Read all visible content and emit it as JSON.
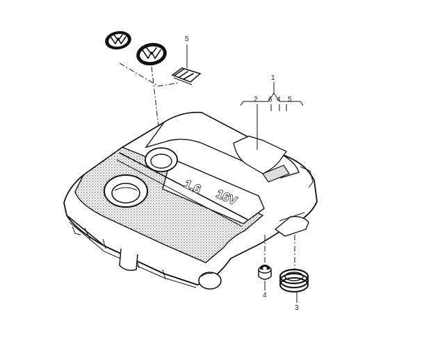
{
  "diagram": {
    "engine_cover_text": {
      "displacement": "1.6",
      "valves": "16V"
    },
    "callouts": {
      "item_1": "1",
      "item_5_top": "5",
      "sub_2": "2",
      "sub_6": "6",
      "sub_4": "4",
      "sub_5": "5",
      "item_4": "4",
      "item_3": "3"
    }
  },
  "colors": {
    "ink": "#111111",
    "background": "#ffffff"
  }
}
